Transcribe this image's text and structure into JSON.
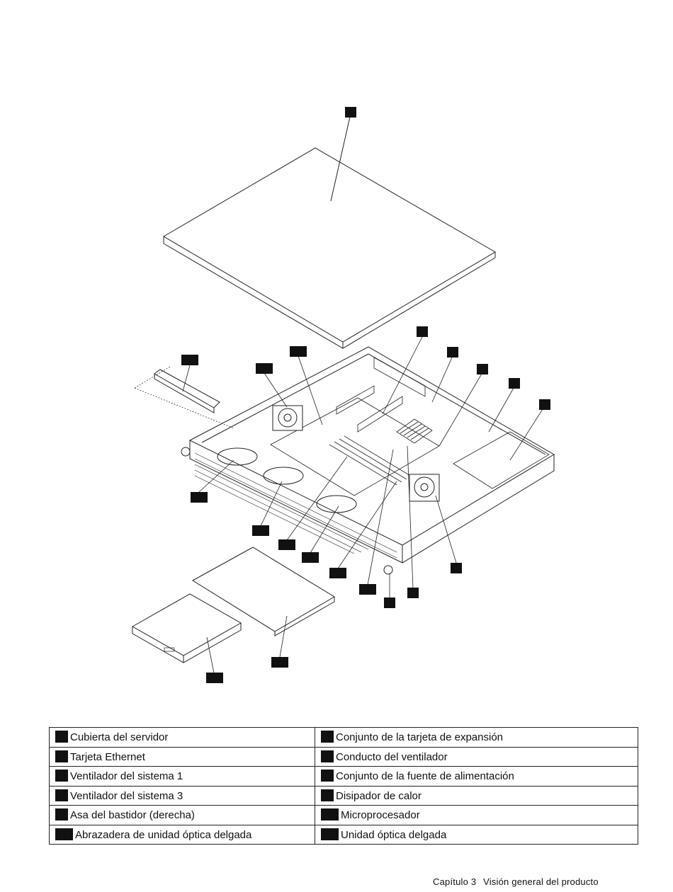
{
  "legend": {
    "rows": [
      {
        "left": "Cubierta del servidor",
        "right": "Conjunto de la tarjeta de expansión"
      },
      {
        "left": "Tarjeta Ethernet",
        "right": "Conducto del ventilador"
      },
      {
        "left": "Ventilador del sistema 1",
        "right": "Conjunto de la fuente de alimentación"
      },
      {
        "left": "Ventilador del sistema 3",
        "right": "Disipador de calor"
      },
      {
        "left": "Asa del bastidor (derecha)",
        "right": "Microprocesador"
      },
      {
        "left": "Abrazadera de unidad óptica delgada",
        "right": "Unidad óptica delgada"
      }
    ]
  },
  "footer": {
    "chapter": "Capítulo 3",
    "title": "Visión general del producto"
  }
}
